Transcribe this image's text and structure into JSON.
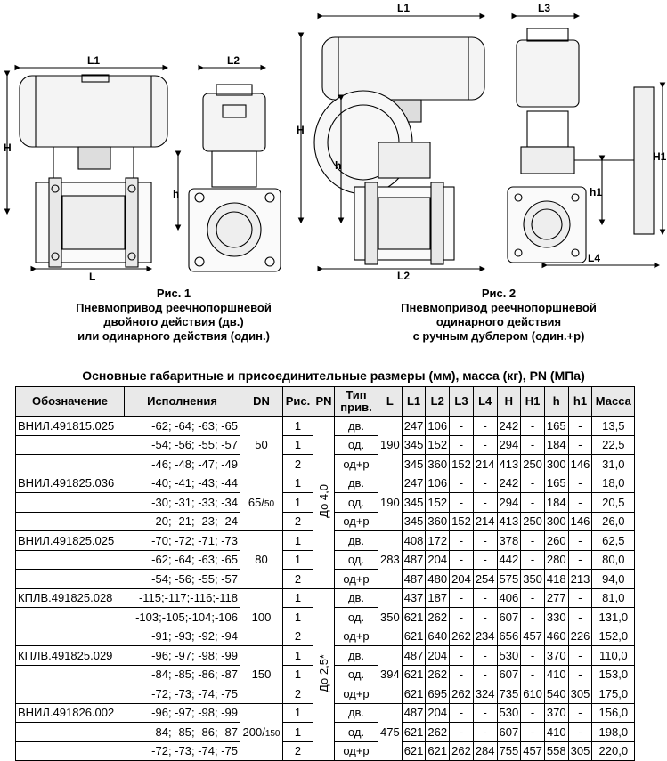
{
  "figures": {
    "fig1": {
      "caption_title": "Рис. 1",
      "caption_lines": [
        "Пневмопривод реечнопоршневой",
        "двойного действия (дв.)",
        "или одинарного действия (один.)"
      ],
      "dims": {
        "l1": "L1",
        "l2": "L2",
        "l": "L",
        "h_big": "H",
        "h_small": "h"
      }
    },
    "fig2": {
      "caption_title": "Рис. 2",
      "caption_lines": [
        "Пневмопривод реечнопоршневой",
        "одинарного действия",
        "с ручным дублером (один.+р)"
      ],
      "dims": {
        "l1": "L1",
        "l2": "L2",
        "l3": "L3",
        "l4": "L4",
        "h_big": "H",
        "h_small": "h",
        "h1_big": "H1",
        "h1_small": "h1"
      }
    }
  },
  "table": {
    "title": "Основные габаритные и присоединительные размеры (мм), масса (кг), PN (МПа)",
    "headers": {
      "designation": "Обозначение",
      "versions": "Исполнения",
      "dn": "DN",
      "fig": "Рис.",
      "pn": "PN",
      "drive_type": "Тип прив.",
      "L": "L",
      "L1": "L1",
      "L2": "L2",
      "L3": "L3",
      "L4": "L4",
      "H": "H",
      "H1": "H1",
      "h": "h",
      "h1": "h1",
      "mass": "Масса"
    },
    "pn_groups": [
      "До 4,0",
      "До 2,5*"
    ],
    "groups": [
      {
        "dn": "50",
        "dn_sub": "",
        "L": "190",
        "rows": [
          {
            "name": "ВНИЛ.491815.025",
            "variants": "-62;  -64;  -63;  -65",
            "fig": "1",
            "type": "дв.",
            "L1": "247",
            "L2": "106",
            "L3": "-",
            "L4": "-",
            "H": "242",
            "H1": "-",
            "h": "165",
            "h1": "-",
            "mass": "13,5"
          },
          {
            "name": "",
            "variants": "-54;  -56;  -55;  -57",
            "fig": "1",
            "type": "од.",
            "L1": "345",
            "L2": "152",
            "L3": "-",
            "L4": "-",
            "H": "294",
            "H1": "-",
            "h": "184",
            "h1": "-",
            "mass": "22,5"
          },
          {
            "name": "",
            "variants": "-46;  -48;  -47;  -49",
            "fig": "2",
            "type": "од+р",
            "L1": "345",
            "L2": "360",
            "L3": "152",
            "L4": "214",
            "H": "413",
            "H1": "250",
            "h": "300",
            "h1": "146",
            "mass": "31,0"
          }
        ]
      },
      {
        "dn": "65/",
        "dn_sub": "50",
        "L": "190",
        "rows": [
          {
            "name": "ВНИЛ.491825.036",
            "variants": "-40;  -41;  -43;  -44",
            "fig": "1",
            "type": "дв.",
            "L1": "247",
            "L2": "106",
            "L3": "-",
            "L4": "-",
            "H": "242",
            "H1": "-",
            "h": "165",
            "h1": "-",
            "mass": "18,0"
          },
          {
            "name": "",
            "variants": "-30;  -31;  -33;  -34",
            "fig": "1",
            "type": "од.",
            "L1": "345",
            "L2": "152",
            "L3": "-",
            "L4": "-",
            "H": "294",
            "H1": "-",
            "h": "184",
            "h1": "-",
            "mass": "20,5"
          },
          {
            "name": "",
            "variants": "-20;  -21;  -23;  -24",
            "fig": "2",
            "type": "од+р",
            "L1": "345",
            "L2": "360",
            "L3": "152",
            "L4": "214",
            "H": "413",
            "H1": "250",
            "h": "300",
            "h1": "146",
            "mass": "26,0"
          }
        ]
      },
      {
        "dn": "80",
        "dn_sub": "",
        "L": "283",
        "rows": [
          {
            "name": "ВНИЛ.491825.025",
            "variants": "-70;  -72;  -71;  -73",
            "fig": "1",
            "type": "дв.",
            "L1": "408",
            "L2": "172",
            "L3": "-",
            "L4": "-",
            "H": "378",
            "H1": "-",
            "h": "260",
            "h1": "-",
            "mass": "62,5"
          },
          {
            "name": "",
            "variants": "-62;  -64;  -63;  -65",
            "fig": "1",
            "type": "од.",
            "L1": "487",
            "L2": "204",
            "L3": "-",
            "L4": "-",
            "H": "442",
            "H1": "-",
            "h": "280",
            "h1": "-",
            "mass": "80,0"
          },
          {
            "name": "",
            "variants": "-54;  -56;  -55;  -57",
            "fig": "2",
            "type": "од+р",
            "L1": "487",
            "L2": "480",
            "L3": "204",
            "L4": "254",
            "H": "575",
            "H1": "350",
            "h": "418",
            "h1": "213",
            "mass": "94,0"
          }
        ]
      },
      {
        "dn": "100",
        "dn_sub": "",
        "L": "350",
        "rows": [
          {
            "name": "КПЛВ.491825.028",
            "variants": "-115;-117;-116;-118",
            "fig": "1",
            "type": "дв.",
            "L1": "437",
            "L2": "187",
            "L3": "-",
            "L4": "-",
            "H": "406",
            "H1": "-",
            "h": "277",
            "h1": "-",
            "mass": "81,0"
          },
          {
            "name": "",
            "variants": "-103;-105;-104;-106",
            "fig": "1",
            "type": "од.",
            "L1": "621",
            "L2": "262",
            "L3": "-",
            "L4": "-",
            "H": "607",
            "H1": "-",
            "h": "330",
            "h1": "-",
            "mass": "131,0"
          },
          {
            "name": "",
            "variants": "-91;  -93;  -92;  -94",
            "fig": "2",
            "type": "од+р",
            "L1": "621",
            "L2": "640",
            "L3": "262",
            "L4": "234",
            "H": "656",
            "H1": "457",
            "h": "460",
            "h1": "226",
            "mass": "152,0"
          }
        ]
      },
      {
        "dn": "150",
        "dn_sub": "",
        "L": "394",
        "rows": [
          {
            "name": "КПЛВ.491825.029",
            "variants": "-96;  -97;  -98;  -99",
            "fig": "1",
            "type": "дв.",
            "L1": "487",
            "L2": "204",
            "L3": "-",
            "L4": "-",
            "H": "530",
            "H1": "-",
            "h": "370",
            "h1": "-",
            "mass": "110,0"
          },
          {
            "name": "",
            "variants": "-84;  -85;  -86;  -87",
            "fig": "1",
            "type": "од.",
            "L1": "621",
            "L2": "262",
            "L3": "-",
            "L4": "-",
            "H": "607",
            "H1": "-",
            "h": "410",
            "h1": "-",
            "mass": "153,0"
          },
          {
            "name": "",
            "variants": "-72;  -73;  -74;  -75",
            "fig": "2",
            "type": "од+р",
            "L1": "621",
            "L2": "695",
            "L3": "262",
            "L4": "324",
            "H": "735",
            "H1": "610",
            "h": "540",
            "h1": "305",
            "mass": "175,0"
          }
        ]
      },
      {
        "dn": "200/",
        "dn_sub": "150",
        "L": "475",
        "rows": [
          {
            "name": "ВНИЛ.491826.002",
            "variants": "-96;  -97;  -98;  -99",
            "fig": "1",
            "type": "дв.",
            "L1": "487",
            "L2": "204",
            "L3": "-",
            "L4": "-",
            "H": "530",
            "H1": "-",
            "h": "370",
            "h1": "-",
            "mass": "156,0"
          },
          {
            "name": "",
            "variants": "-84;  -85;  -86;  -87",
            "fig": "1",
            "type": "од.",
            "L1": "621",
            "L2": "262",
            "L3": "-",
            "L4": "-",
            "H": "607",
            "H1": "-",
            "h": "410",
            "h1": "-",
            "mass": "198,0"
          },
          {
            "name": "",
            "variants": "-72;  -73;  -74;  -75",
            "fig": "2",
            "type": "од+р",
            "L1": "621",
            "L2": "621",
            "L3": "262",
            "L4": "284",
            "H": "755",
            "H1": "457",
            "h": "558",
            "h1": "305",
            "mass": "220,0"
          }
        ]
      }
    ]
  }
}
